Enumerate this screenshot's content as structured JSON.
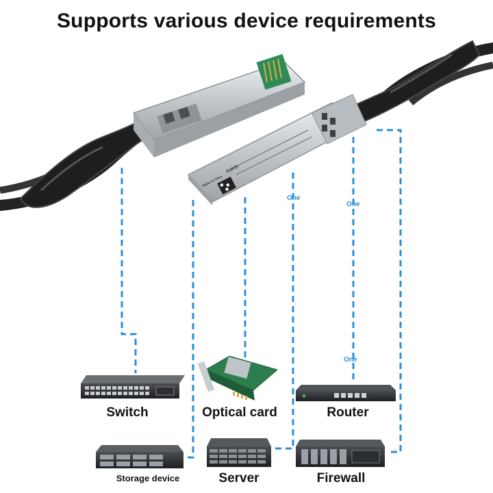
{
  "title": "Supports various device requirements",
  "devices": {
    "switch": "Switch",
    "optical_card": "Optical card",
    "router": "Router",
    "storage_device": "Storage device",
    "server": "Server",
    "firewall": "Firewall"
  },
  "link_tags": [
    "One",
    "One",
    "One"
  ],
  "module_print": {
    "rohs": "RoHS",
    "made_in": "Made in China"
  },
  "colors": {
    "dashed_line": "#2a8fd6",
    "cable": "#2b2b2b",
    "module_metal": "#c9cdd1",
    "pcb": "#2e8b57"
  }
}
